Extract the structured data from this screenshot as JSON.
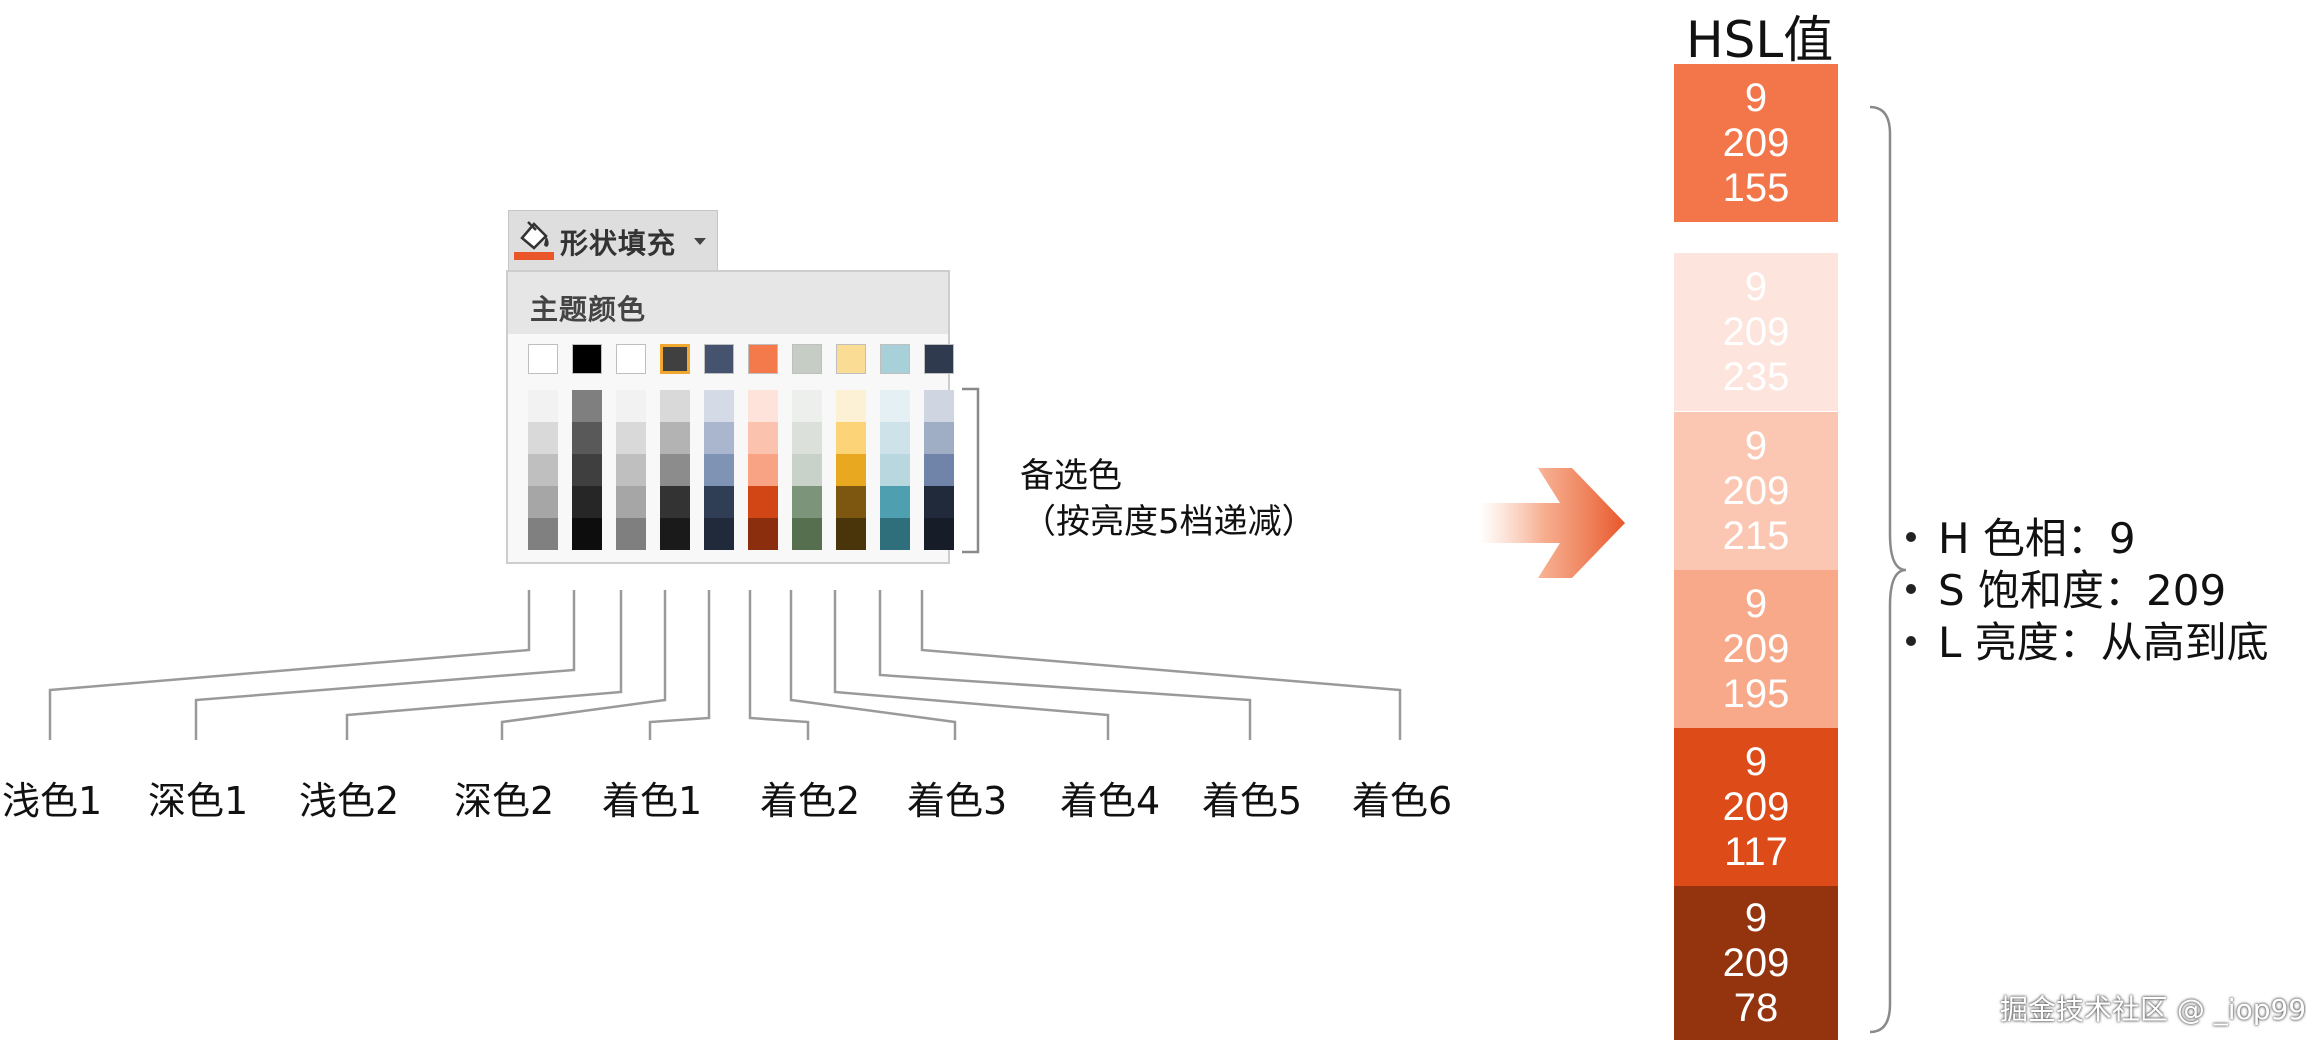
{
  "shape_fill": {
    "label": "形状填充",
    "accent_color": "#e8562a"
  },
  "palette": {
    "title": "主题颜色",
    "top_row": [
      "#ffffff",
      "#000000",
      "#ffffff",
      "#404040",
      "#45536e",
      "#f47a4c",
      "#c5cdc4",
      "#fbdc95",
      "#a8d0d8",
      "#2f3a4f"
    ],
    "selected_index": 3,
    "columns": [
      [
        "#f2f2f2",
        "#d9d9d9",
        "#bfbfbf",
        "#a6a6a6",
        "#808080"
      ],
      [
        "#7f7f7f",
        "#595959",
        "#3f3f3f",
        "#262626",
        "#0d0d0d"
      ],
      [
        "#f2f2f2",
        "#d9d9d9",
        "#bfbfbf",
        "#a6a6a6",
        "#7f7f7f"
      ],
      [
        "#d9d9d9",
        "#b3b3b3",
        "#8c8c8c",
        "#333333",
        "#1a1a1a"
      ],
      [
        "#d5dbe6",
        "#aab6ce",
        "#7f93b5",
        "#2f3d55",
        "#202a3b"
      ],
      [
        "#fde3d9",
        "#fbc3ae",
        "#f8a384",
        "#d24514",
        "#8b2e0e"
      ],
      [
        "#ecefec",
        "#dbe1da",
        "#c9d2c8",
        "#7c9479",
        "#56704f"
      ],
      [
        "#fdf1d5",
        "#fcd477",
        "#e8a820",
        "#7d5710",
        "#4a340a"
      ],
      [
        "#e4f0f3",
        "#cde3e9",
        "#b8d7df",
        "#4ea0b0",
        "#2f6f7c"
      ],
      [
        "#cfd6e2",
        "#9fadc5",
        "#6f84a8",
        "#212a3a",
        "#161c28"
      ]
    ]
  },
  "alternative": {
    "title": "备选色",
    "subtitle": "（按亮度5档递减）"
  },
  "tone_labels": [
    "浅色1",
    "深色1",
    "浅色2",
    "深色2",
    "着色1",
    "着色2",
    "着色3",
    "着色4",
    "着色5",
    "着色6"
  ],
  "hsl": {
    "title": "HSL值",
    "boxes": [
      {
        "h": "9",
        "s": "209",
        "l": "155",
        "color": "#f2764a",
        "text_color": "#ffffff"
      },
      {
        "h": "9",
        "s": "209",
        "l": "235",
        "color": "#fde4dc",
        "text_color": "#ffffff"
      },
      {
        "h": "9",
        "s": "209",
        "l": "215",
        "color": "#fbc7b3",
        "text_color": "#ffffff"
      },
      {
        "h": "9",
        "s": "209",
        "l": "195",
        "color": "#f8a98a",
        "text_color": "#ffffff"
      },
      {
        "h": "9",
        "s": "209",
        "l": "117",
        "color": "#dc4b18",
        "text_color": "#ffffff"
      },
      {
        "h": "9",
        "s": "209",
        "l": "78",
        "color": "#93340f",
        "text_color": "#ffffff"
      }
    ]
  },
  "bullets": [
    "H 色相：9",
    "S 饱和度：209",
    "L 亮度：从高到底"
  ],
  "watermark": "掘金技术社区 @ _iop99"
}
